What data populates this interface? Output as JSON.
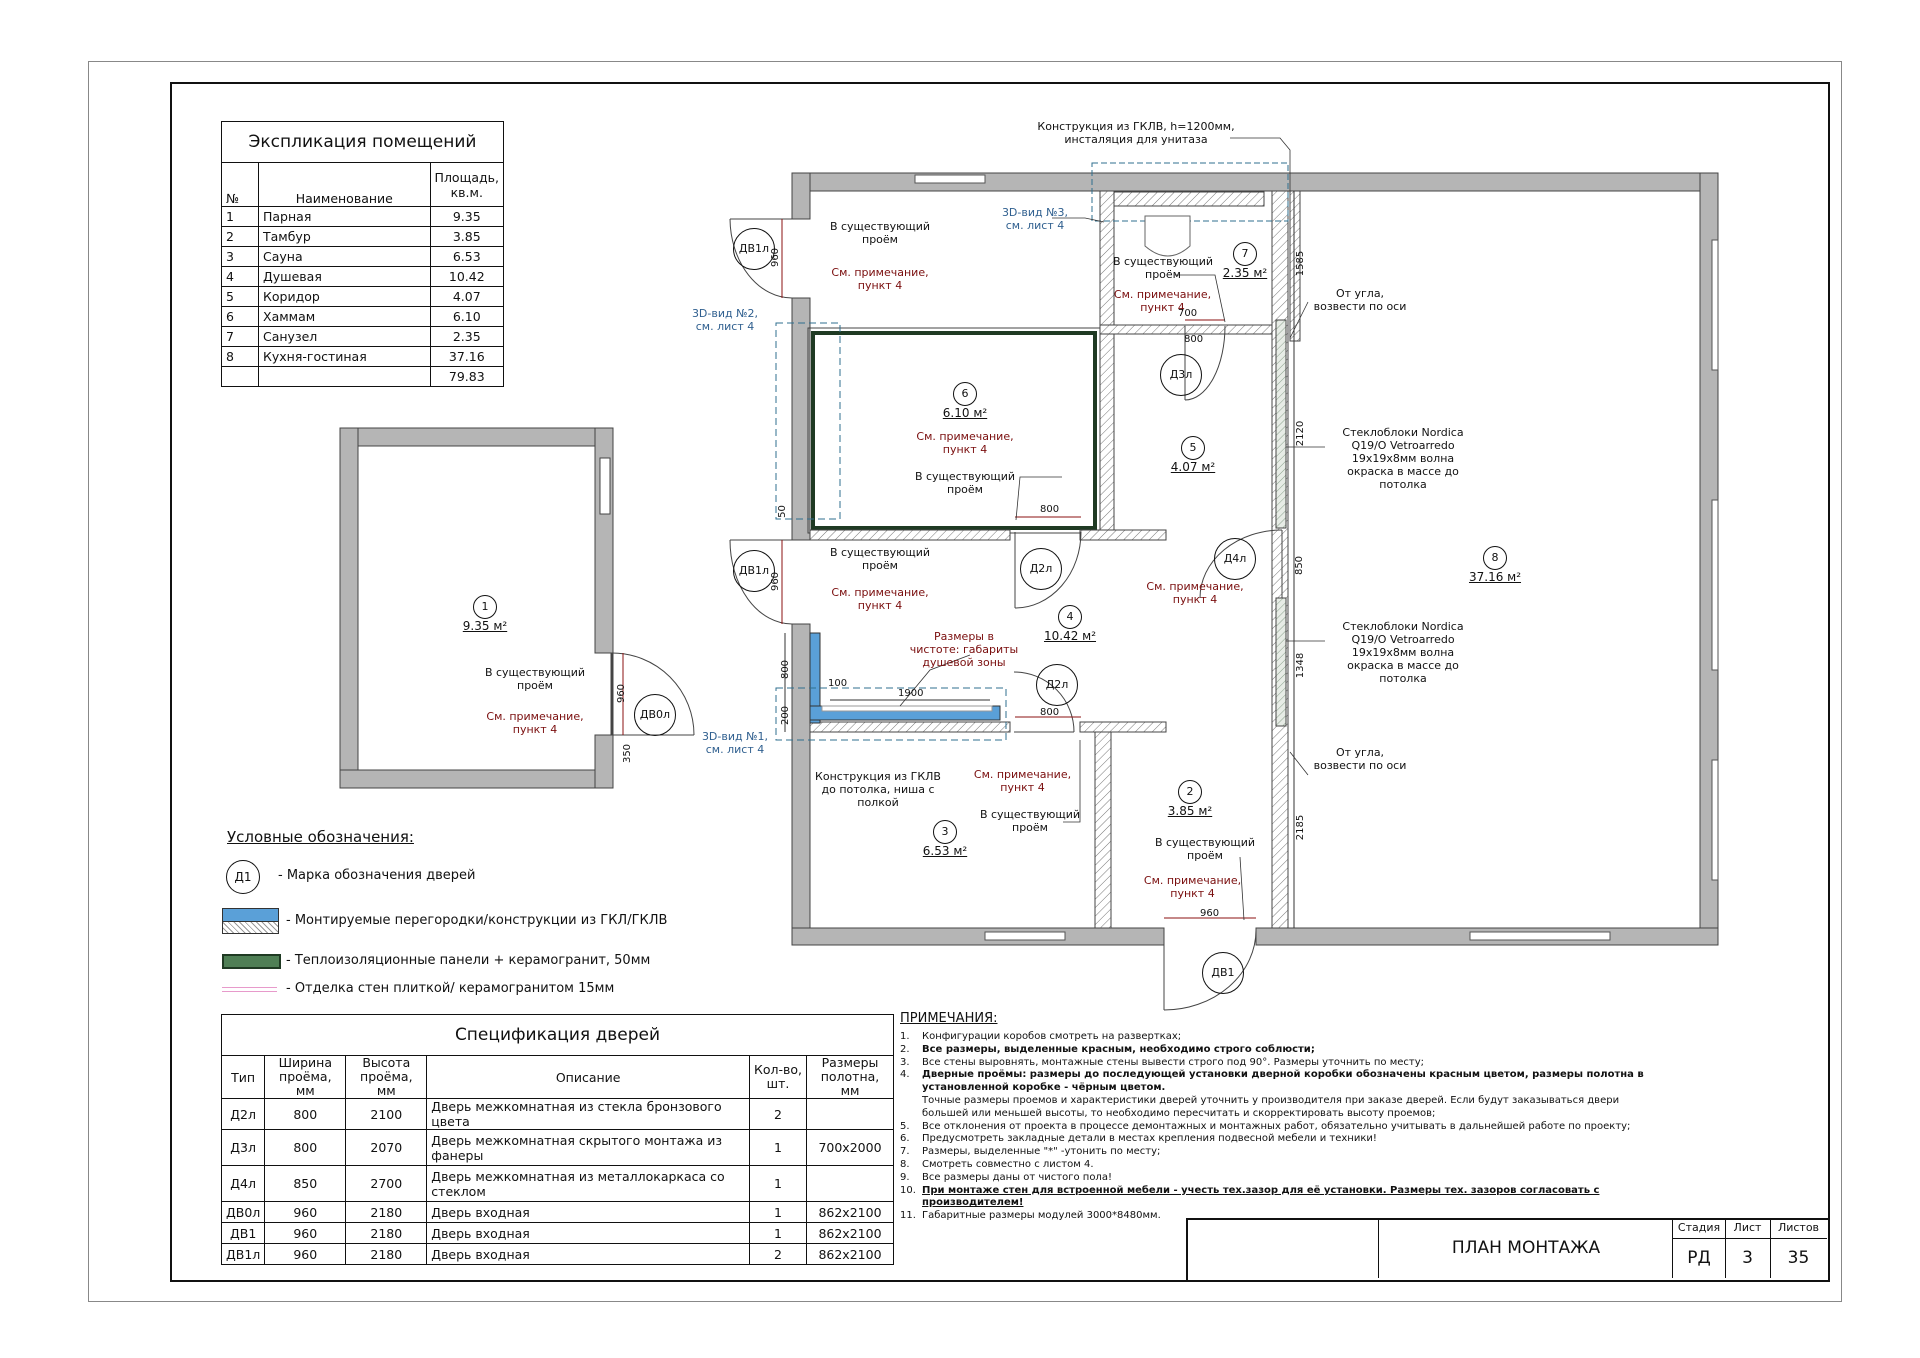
{
  "rooms_table": {
    "title": "Экспликация помещений",
    "headers": [
      "№",
      "Наименование",
      "Площадь, кв.м."
    ],
    "rows": [
      [
        "1",
        "Парная",
        "9.35"
      ],
      [
        "2",
        "Тамбур",
        "3.85"
      ],
      [
        "3",
        "Сауна",
        "6.53"
      ],
      [
        "4",
        "Душевая",
        "10.42"
      ],
      [
        "5",
        "Коридор",
        "4.07"
      ],
      [
        "6",
        "Хаммам",
        "6.10"
      ],
      [
        "7",
        "Санузел",
        "2.35"
      ],
      [
        "8",
        "Кухня-гостиная",
        "37.16"
      ]
    ],
    "total": "79.83"
  },
  "legend": {
    "title": "Условные обозначения:",
    "door_mark": "Д1",
    "items": [
      "- Марка обозначения дверей",
      "- Монтируемые перегородки/конструкции из ГКЛ/ГКЛВ",
      "- Теплоизоляционные панели + керамогранит, 50мм",
      "- Отделка стен плиткой/ керамогранитом 15мм"
    ],
    "colors": {
      "partition": "#5aa0d8",
      "insulation": "#4f7f55",
      "tile": "#e79acb"
    }
  },
  "doors_table": {
    "title": "Спецификация дверей",
    "headers": [
      "Тип",
      "Ширина проёма, мм",
      "Высота проёма, мм",
      "Описание",
      "Кол-во, шт.",
      "Размеры полотна, мм"
    ],
    "rows": [
      [
        "Д2л",
        "800",
        "2100",
        "Дверь межкомнатная из стекла бронзового цвета",
        "2",
        ""
      ],
      [
        "Д3л",
        "800",
        "2070",
        "Дверь межкомнатная скрытого монтажа из фанеры",
        "1",
        "700х2000"
      ],
      [
        "Д4л",
        "850",
        "2700",
        "Дверь межкомнатная из металлокаркаса со стеклом",
        "1",
        ""
      ],
      [
        "ДВ0л",
        "960",
        "2180",
        "Дверь входная",
        "1",
        "862х2100"
      ],
      [
        "ДВ1",
        "960",
        "2180",
        "Дверь входная",
        "1",
        "862х2100"
      ],
      [
        "ДВ1л",
        "960",
        "2180",
        "Дверь входная",
        "2",
        "862х2100"
      ]
    ]
  },
  "notes": {
    "title": "ПРИМЕЧАНИЯ:",
    "items": [
      {
        "n": "1.",
        "t": "Конфигурации коробов смотреть на развертках;",
        "s": ""
      },
      {
        "n": "2.",
        "t": "Все размеры, выделенные красным, необходимо строго соблюсти;",
        "s": "b"
      },
      {
        "n": "3.",
        "t": "Все стены выровнять, монтажные стены вывести строго под 90°. Размеры уточнить по месту;",
        "s": ""
      },
      {
        "n": "4.",
        "t": "Дверные проёмы: размеры до последующей установки дверной коробки обозначены красным цветом, размеры полотна в установленной коробке - чёрным цветом.",
        "s": "b"
      },
      {
        "n": "",
        "t": "Точные размеры проемов и характеристики дверей уточнить у производителя при заказе дверей. Если будут заказываться двери большей или меньшей высоты, то необходимо пересчитать и скорректировать высоту проемов;",
        "s": ""
      },
      {
        "n": "5.",
        "t": "Все отклонения от проекта в процессе демонтажных и монтажных работ, обязательно учитывать в дальнейшей работе по проекту;",
        "s": ""
      },
      {
        "n": "6.",
        "t": "Предусмотреть закладные детали в местах крепления подвесной мебели и техники!",
        "s": ""
      },
      {
        "n": "7.",
        "t": "Размеры, выделенные \"*\" -утонить по месту;",
        "s": ""
      },
      {
        "n": "8.",
        "t": "Смотреть совместно с листом 4.",
        "s": ""
      },
      {
        "n": "9.",
        "t": "Все размеры даны от чистого пола!",
        "s": ""
      },
      {
        "n": "10.",
        "t": "При монтаже стен для встроенной мебели - учесть тех.зазор для её установки. Размеры тех. зазоров согласовать с производителем!",
        "s": "u"
      },
      {
        "n": "11.",
        "t": "Габаритные размеры модулей 3000*8480мм.",
        "s": ""
      }
    ]
  },
  "title_block": {
    "title": "ПЛАН МОНТАЖА",
    "stage_label": "Стадия",
    "sheet_label": "Лист",
    "sheets_label": "Листов",
    "stage": "РД",
    "sheet": "3",
    "sheets": "35"
  },
  "plan": {
    "rooms": [
      {
        "num": "1",
        "area": "9.35 м²"
      },
      {
        "num": "2",
        "area": "3.85 м²"
      },
      {
        "num": "3",
        "area": "6.53 м²"
      },
      {
        "num": "4",
        "area": "10.42 м²"
      },
      {
        "num": "5",
        "area": "4.07 м²"
      },
      {
        "num": "6",
        "area": "6.10 м²"
      },
      {
        "num": "7",
        "area": "2.35 м²"
      },
      {
        "num": "8",
        "area": "37.16 м²"
      }
    ],
    "door_marks": [
      "ДВ1л",
      "ДВ1л",
      "ДВ0л",
      "Д3л",
      "Д2л",
      "Д2л",
      "Д4л",
      "ДВ1"
    ],
    "existing_opening": "В существующий проём",
    "see_note": "См. примечание, пункт 4",
    "construction_top": "Конструкция из ГКЛВ, h=1200мм, инсталяция для унитаза",
    "view3": "3D-вид №3, см. лист 4",
    "view2": "3D-вид №2, см. лист 4",
    "view1": "3D-вид №1, см. лист 4",
    "shower_dims": "Размеры в чистоте: габариты душевой зоны",
    "construction_niche": "Конструкция из ГКЛВ до потолка, ниша с полкой",
    "from_corner": "От угла, возвести по оси",
    "glass_blocks": "Стеклоблоки Nordica Q19/O Vetroarredo 19х19х8мм волна окраска в массе до потолка",
    "dims": {
      "d960": "960",
      "d50": "50",
      "d350": "350",
      "d700": "700",
      "d800": "800",
      "d100": "100",
      "d1900": "1900",
      "d200": "200",
      "d1585": "1585",
      "d2120": "2120",
      "d850": "850",
      "d1348": "1348",
      "d2185": "2185"
    }
  }
}
